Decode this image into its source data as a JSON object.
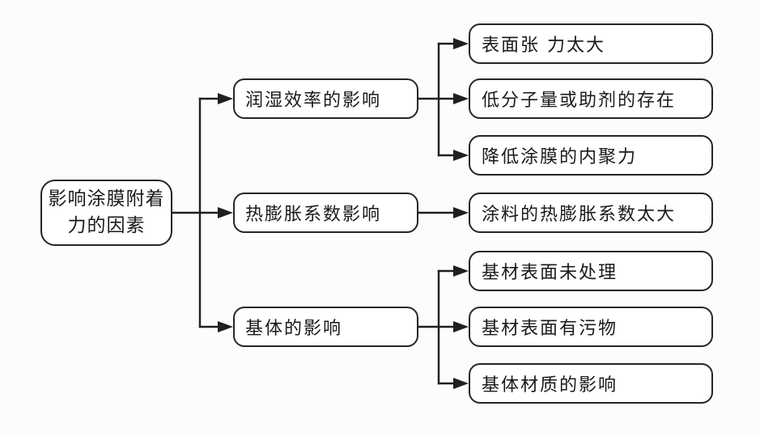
{
  "diagram": {
    "colors": {
      "background": "#fcfcfc",
      "box_fill": "#ffffff",
      "border": "#262626",
      "line": "#1f1f1f",
      "text": "#1a1a1a"
    },
    "root": {
      "label": "影响涂膜附着力的因素",
      "label_lines": [
        "影响涂膜附着",
        "力的因素"
      ]
    },
    "branches": [
      {
        "label": "润湿效率的影响",
        "children": [
          {
            "label": "表面张 力太大"
          },
          {
            "label": "低分子量或助剂的存在"
          },
          {
            "label": "降低涂膜的内聚力"
          }
        ]
      },
      {
        "label": "热膨胀系数影响",
        "children": [
          {
            "label": "涂料的热膨胀系数太大"
          }
        ]
      },
      {
        "label": "基体的影响",
        "children": [
          {
            "label": "基材表面未处理"
          },
          {
            "label": "基材表面有污物"
          },
          {
            "label": "基体材质的影响"
          }
        ]
      }
    ]
  }
}
